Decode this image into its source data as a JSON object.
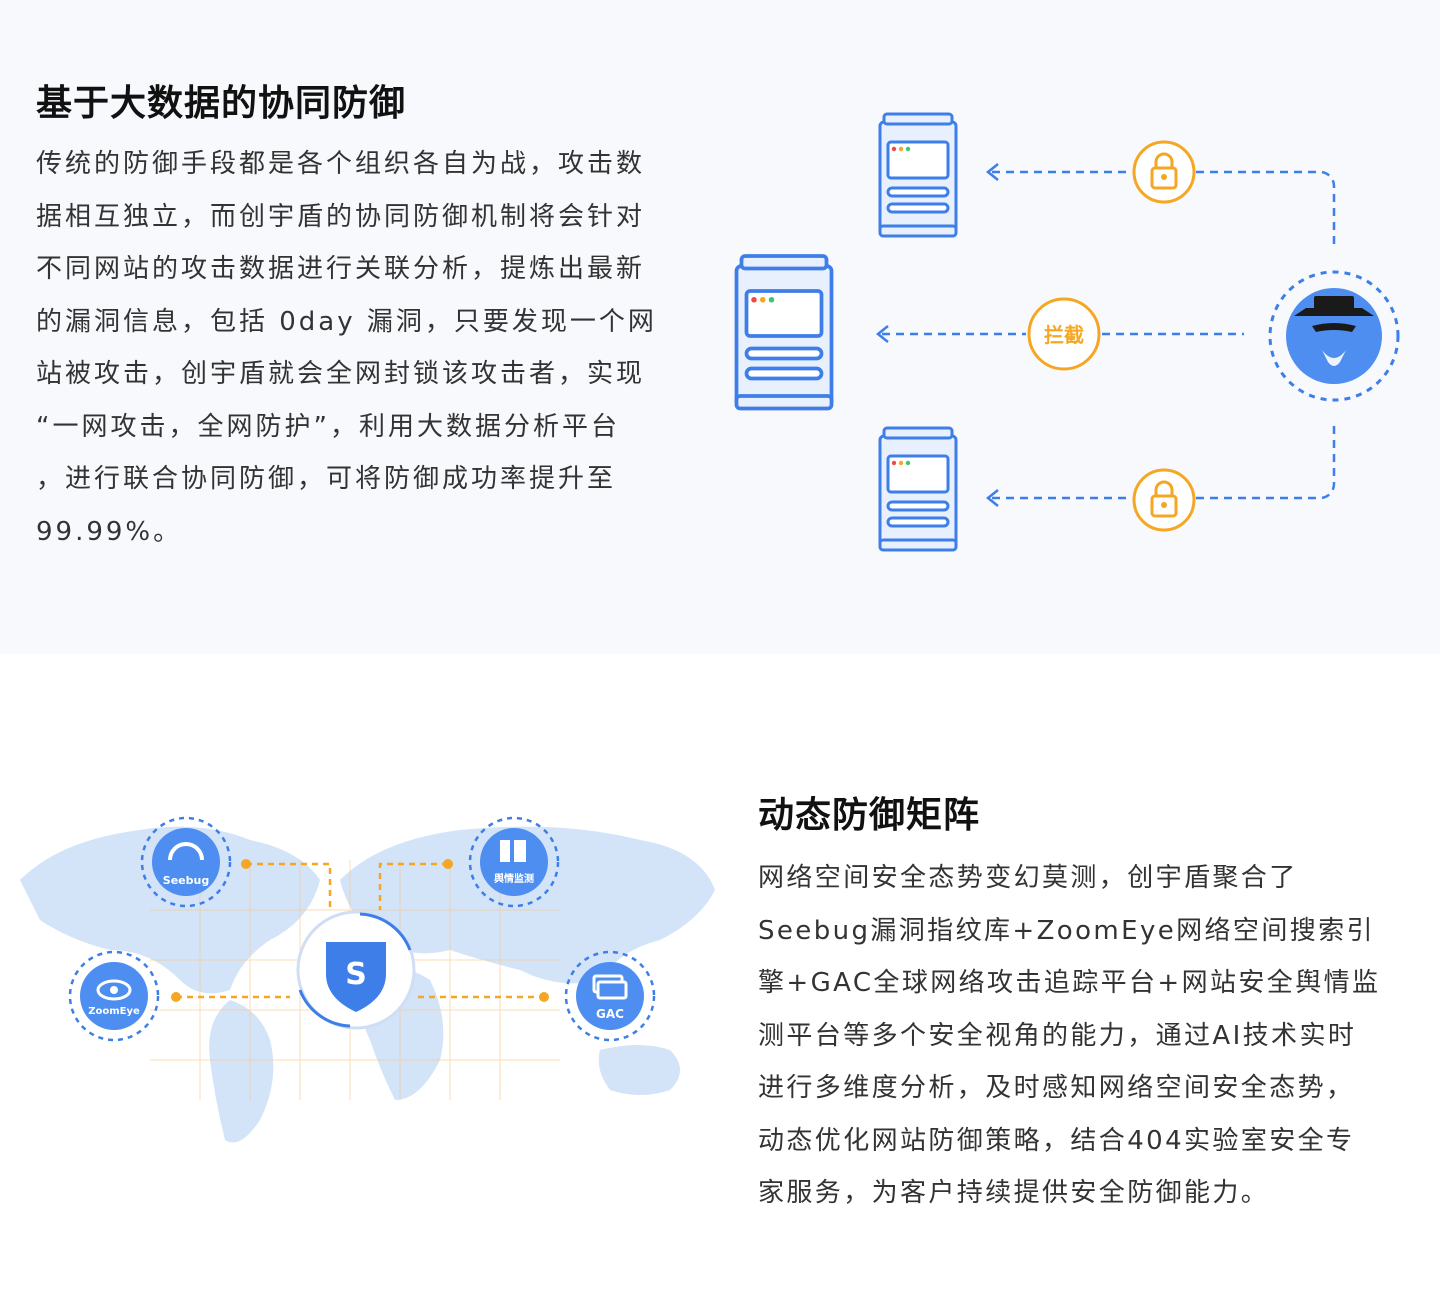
{
  "section1": {
    "title": "基于大数据的协同防御",
    "lines": [
      "传统的防御手段都是各个组织各自为战，攻击数",
      "据相互独立，而创宇盾的协同防御机制将会针对",
      "不同网站的攻击数据进行关联分析，提炼出最新",
      "的漏洞信息，包括 0day 漏洞，只要发现一个网",
      "站被攻击，创宇盾就会全网封锁该攻击者，实现",
      "“一网攻击，全网防护”，利用大数据分析平台",
      "，进行联合协同防御，可将防御成功率提升至",
      "99.99%。"
    ],
    "diagram": {
      "intercept_label": "拦截"
    }
  },
  "section2": {
    "title": "动态防御矩阵",
    "lines": [
      "网络空间安全态势变幻莫测，创宇盾聚合了",
      "Seebug漏洞指纹库+ZoomEye网络空间搜索引",
      "擎+GAC全球网络攻击追踪平台+网站安全舆情监",
      "测平台等多个安全视角的能力，通过AI技术实时",
      "进行多维度分析，及时感知网络空间安全态势，",
      "动态优化网站防御策略，结合404实验室安全专",
      "家服务，为客户持续提供安全防御能力。"
    ],
    "diagram": {
      "seebug_label": "Seebug",
      "yuqing_label": "舆情监测",
      "zoomeye_label": "ZoomEye",
      "gac_label": "GAC"
    }
  },
  "colors": {
    "blue": "#3d7ee8",
    "light_blue": "#dce8fb",
    "orange": "#f5a623",
    "map": "#cfe0f7"
  }
}
